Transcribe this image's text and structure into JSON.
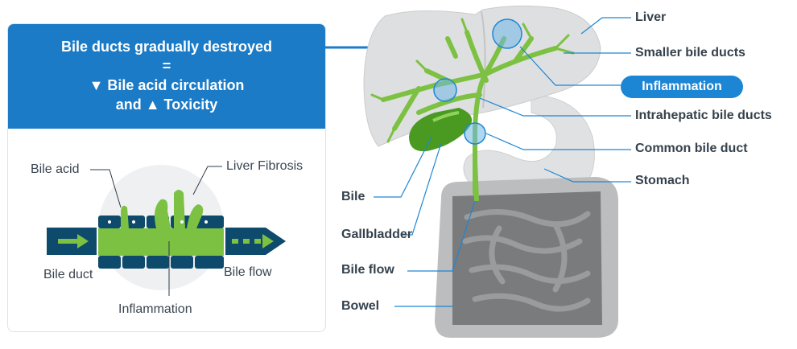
{
  "panel": {
    "line1": "Bile ducts gradually destroyed",
    "line2": "=",
    "line3": "▼ Bile acid circulation",
    "line4": "and ▲ Toxicity"
  },
  "inset": {
    "bile_acid": "Bile acid",
    "liver_fibrosis": "Liver Fibrosis",
    "bile_duct": "Bile duct",
    "bile_flow": "Bile flow",
    "inflammation": "Inflammation"
  },
  "anatomy": {
    "liver": "Liver",
    "smaller_bile_ducts": "Smaller bile ducts",
    "inflammation": "Inflammation",
    "intrahepatic_bile_ducts": "Intrahepatic bile ducts",
    "common_bile_duct": "Common bile duct",
    "stomach": "Stomach",
    "bile": "Bile",
    "gallbladder": "Gallbladder",
    "bile_flow": "Bile flow",
    "bowel": "Bowel"
  },
  "colors": {
    "header_blue": "#1b7bc7",
    "pill_blue": "#1d86d4",
    "duct_green": "#7cc142",
    "gallbladder_green": "#4a9a22",
    "duct_navy": "#0d4a6b",
    "organ_gray": "#d9dadb"
  }
}
